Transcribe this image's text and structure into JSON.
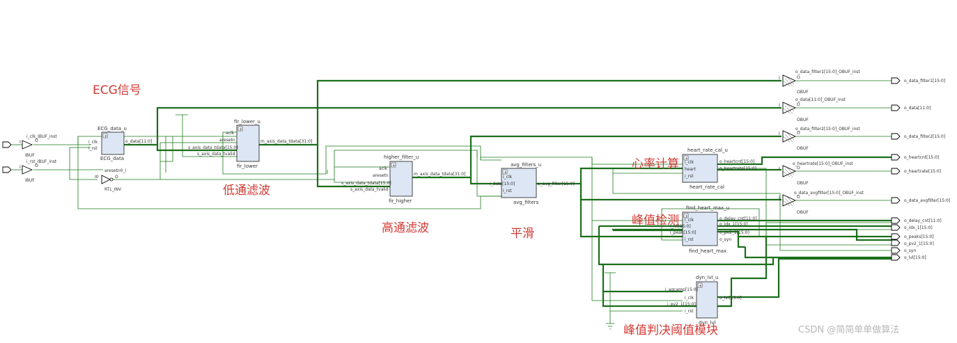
{
  "annotations": {
    "ecg": "ECG信号",
    "lowpass": "低通滤波",
    "highpass": "高通滤波",
    "smooth": "平滑",
    "heart_rate": "心率计算",
    "peak_detect": "峰值检测",
    "threshold": "峰值判决阈值模块"
  },
  "inputs": {
    "clk_buf": "i_clk_IBUF_inst",
    "clk_buf_type": "IBUF",
    "rst_buf": "i_rst_IBUF_inst",
    "rst_buf_type": "IBUF",
    "pin_i": "I",
    "pin_o": "O"
  },
  "inverter": {
    "inst": "aresetn0_i",
    "type": "RTL_INV",
    "pin_i0": "I0",
    "pin_o": "O"
  },
  "blocks": {
    "ecg_data": {
      "inst": "ECG_data_u",
      "type": "ECG_data",
      "in1": "i_clk",
      "in2": "i_rst",
      "out1": "o_data[11:0]"
    },
    "fir_lower": {
      "inst": "fir_lower_u",
      "type": "fir_lower",
      "in1": "aclk",
      "in2": "aresetn",
      "in3": "s_axis_data_tdata[15:0]",
      "in4": "s_axis_data_tvalid",
      "out1": "m_axis_data_tdata[31:0]"
    },
    "fir_higher": {
      "inst": "higher_filter_u",
      "type": "fir_higher",
      "in1": "aclk",
      "in2": "aresetn",
      "in3": "s_axis_data_tdata[15:0]",
      "in4": "s_axis_data_tvalid",
      "out1": "m_axis_data_tdata[31:0]"
    },
    "avg_filters": {
      "inst": "avg_filters_u",
      "type": "avg_filters",
      "in1": "i_clk",
      "in2": "i_data[15:0]",
      "in3": "i_rst",
      "out1": "o_avg_filter[15:0]"
    },
    "heart_rate_cal": {
      "inst": "heart_rate_cal_u",
      "type": "heart_rate_cal",
      "in1": "i_clk",
      "in2": "heart",
      "in3": "i_rst",
      "out1": "o_heartcnt[15:0]",
      "out2": "o_heartrate[15:0]"
    },
    "find_heart_max": {
      "inst": "find_heart_max_u",
      "type": "find_heart_max",
      "in1": "i_clk",
      "in2": "i_lvl[15:0]",
      "in3": "i_peak[15:0]",
      "in4": "i_rst",
      "out1": "o_delay_cnt[11:0]",
      "out2": "o_idx_1[15:0]",
      "out3": "o_pv2_1[15:0]",
      "out4": "o_syn"
    },
    "dyn_lvl": {
      "inst": "dyn_lvl_u",
      "type": "dyn_lvl",
      "in1": "i_agcamp[15:0]",
      "in2": "i_clk",
      "in3": "i_pv2_1[15:0]",
      "in4": "i_rst",
      "out1": "o_lvl[15:0]"
    }
  },
  "obufs": [
    {
      "inst": "o_data_filter1[15:0]_OBUF_inst",
      "type": "OBUF"
    },
    {
      "inst": "o_data[11:0]_OBUF_inst",
      "type": "OBUF"
    },
    {
      "inst": "o_data_filter2[15:0]_OBUF_inst",
      "type": "OBUF"
    },
    {
      "inst": "o_heartrate[15:0]_OBUF_inst",
      "type": "OBUF"
    },
    {
      "inst": "o_data_avgfilter[15:0]_OBUF_inst",
      "type": "OBUF"
    }
  ],
  "outputs": [
    "o_data_filter1[15:0]",
    "o_data[11:0]",
    "o_data_filter2[15:0]",
    "o_heartcnt[15:0]",
    "o_heartrate[15:0]",
    "o_data_avgfilter[15:0]",
    "o_delay_cnt[11:0]",
    "o_idx_1[15:0]",
    "o_peaks[15:0]",
    "o_pv2_1[15:0]",
    "o_syn",
    "o_lvl[15:0]"
  ],
  "watermark": "CSDN @简简单单做算法",
  "colors": {
    "wire": "#1a7a1a",
    "bus": "#1a6e1a",
    "block_fill": "#dce6f4",
    "annotation": "#d23a34"
  }
}
